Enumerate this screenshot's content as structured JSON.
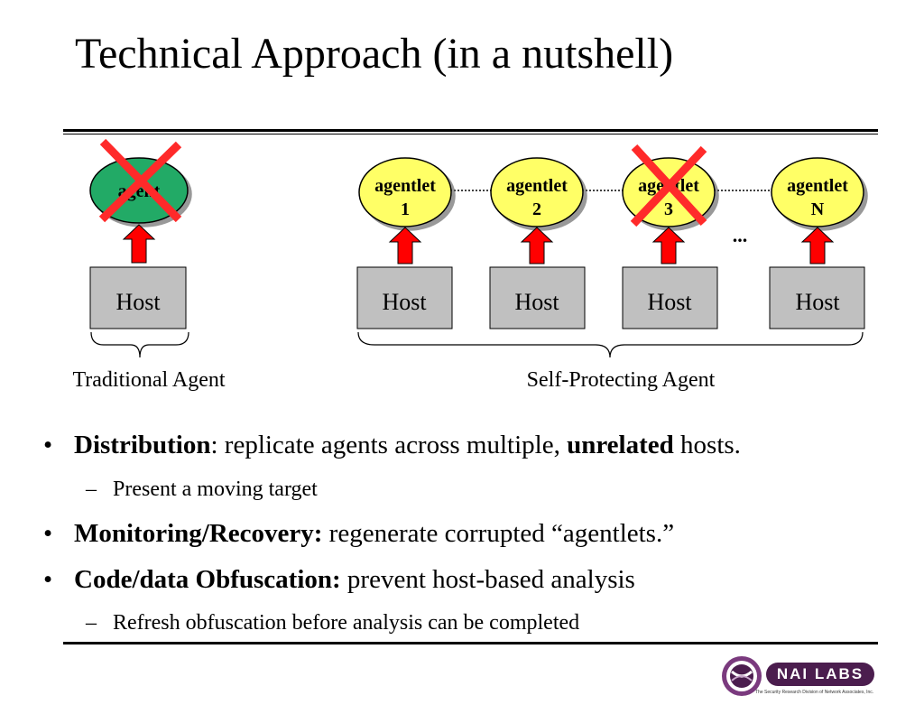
{
  "slide": {
    "title": "Technical Approach (in a nutshell)"
  },
  "diagram": {
    "traditional": {
      "agent_label": "agent",
      "host_label": "Host",
      "caption": "Traditional Agent",
      "crossed_out": true
    },
    "self_protecting": {
      "caption": "Self-Protecting Agent",
      "ellipsis": "...",
      "agentlets": [
        {
          "line1": "agentlet",
          "line2": "1",
          "crossed_out": false
        },
        {
          "line1": "agentlet",
          "line2": "2",
          "crossed_out": false
        },
        {
          "line1": "agentlet",
          "line2": "3",
          "crossed_out": true
        },
        {
          "line1": "agentlet",
          "line2": "N",
          "crossed_out": false
        }
      ],
      "host_label": "Host"
    },
    "colors": {
      "agent_fill": "#22aa66",
      "agentlet_fill": "#ffff66",
      "arrow_fill": "#ff0000",
      "host_fill": "#c0c0c0",
      "cross": "#ff2a2a"
    }
  },
  "bullets": {
    "b1": {
      "bullet": "•",
      "bold": "Distribution",
      "text": ":  replicate agents across multiple, ",
      "bold2": "unrelated",
      "text2": " hosts."
    },
    "b1_sub": {
      "dash": "–",
      "text": "Present a moving target"
    },
    "b2": {
      "bullet": "•",
      "bold": "Monitoring/Recovery:",
      "text": "  regenerate corrupted “agentlets.”"
    },
    "b3": {
      "bullet": "•",
      "bold": "Code/data Obfuscation:",
      "text": "  prevent host-based analysis"
    },
    "b3_sub": {
      "dash": "–",
      "text": "Refresh obfuscation before analysis can be completed"
    }
  },
  "logo": {
    "wordmark": "NAI LABS",
    "tagline": "The Security Research Division of Network Associates, Inc."
  }
}
